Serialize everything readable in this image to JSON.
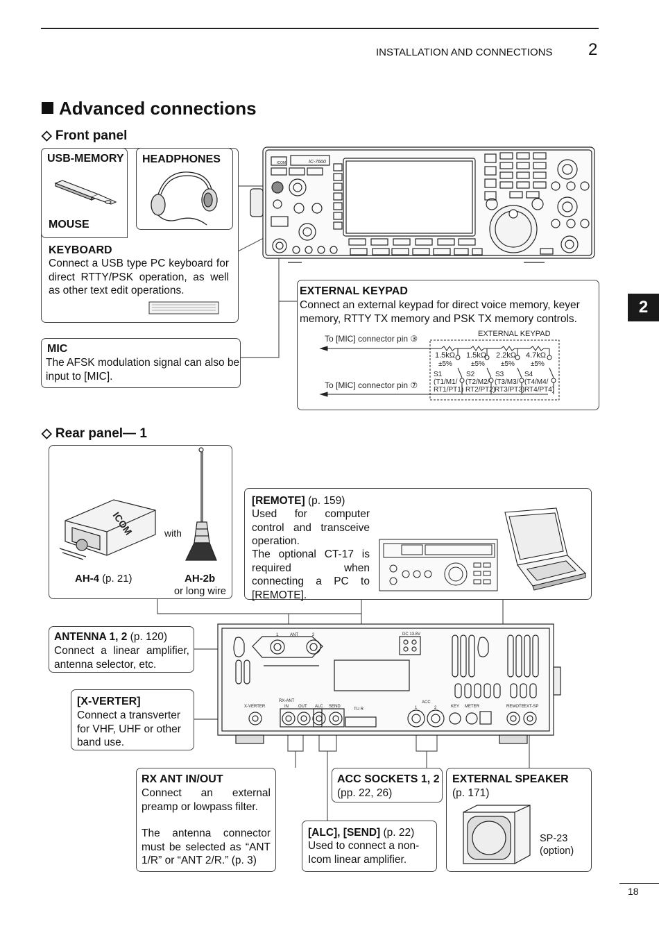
{
  "header": {
    "section_title": "INSTALLATION AND CONNECTIONS",
    "chapter_number": "2"
  },
  "side_tab": "2",
  "page_title": "Advanced connections",
  "front_panel": {
    "heading": "Front panel",
    "usb_memory": "USB-MEMORY",
    "headphones": "HEADPHONES",
    "mouse": "MOUSE",
    "keyboard_title": "KEYBOARD",
    "keyboard_text": "Connect a USB type PC keyboard for direct RTTY/PSK operation, as well as other text edit operations.",
    "mic_title": "MIC",
    "mic_text": "The AFSK modulation signal can also be input to [MIC].",
    "keypad_title": "EXTERNAL KEYPAD",
    "keypad_text": "Connect an external keypad for direct voice memory, keyer memory, RTTY TX memory and PSK TX memory controls.",
    "radio_brand": "ICOM",
    "radio_model": "IC-7600"
  },
  "keypad_schematic": {
    "title": "EXTERNAL KEYPAD",
    "line1": "To [MIC] connector pin ③",
    "line2": "To [MIC] connector pin ⑦",
    "resistors": [
      {
        "value": "1.5kΩ",
        "tol": "±5%"
      },
      {
        "value": "1.5kΩ",
        "tol": "±5%"
      },
      {
        "value": "2.2kΩ",
        "tol": "±5%"
      },
      {
        "value": "4.7kΩ",
        "tol": "±5%"
      }
    ],
    "switches": [
      {
        "name": "S1",
        "l1": "(T1/M1/",
        "l2": "RT1/PT1)"
      },
      {
        "name": "S2",
        "l1": "(T2/M2/",
        "l2": "RT2/PT2)"
      },
      {
        "name": "S3",
        "l1": "(T3/M3/",
        "l2": "RT3/PT3)"
      },
      {
        "name": "S4",
        "l1": "(T4/M4/",
        "l2": "RT4/PT4)"
      }
    ]
  },
  "rear_panel": {
    "heading": "Rear panel— 1",
    "ah4_label": "AH-4",
    "ah4_ref": "(p. 21)",
    "with": "with",
    "ah2b_label": "AH-2b",
    "ah2b_sub": "or long wire",
    "remote_title": "[REMOTE]",
    "remote_ref": "(p. 159)",
    "remote_text": "Used for computer control and transceive operation.",
    "remote_text2": "The optional CT-17 is required when connecting a PC to [REMOTE].",
    "antenna_title": "ANTENNA 1, 2",
    "antenna_ref": "(p. 120)",
    "antenna_text": "Connect a linear amplifier, antenna selector, etc.",
    "xverter_title": "[X-VERTER]",
    "xverter_text": "Connect a transverter for VHF, UHF or other band use.",
    "rxant_title": "RX ANT IN/OUT",
    "rxant_text": "Connect an external preamp or lowpass filter.",
    "rxant_text2": "The antenna connector must be selected as “ANT 1/R” or “ANT 2/R.” (p. 3)",
    "acc_title": "ACC SOCKETS 1, 2",
    "acc_ref": "(pp. 22, 26)",
    "alc_title": "[ALC], [SEND]",
    "alc_ref": "(p. 22)",
    "alc_text": "Used to connect a non-Icom linear amplifier.",
    "speaker_title": "EXTERNAL SPEAKER",
    "speaker_ref": "(p. 171)",
    "speaker_model": "SP-23",
    "speaker_option": "(option)",
    "rear_labels": {
      "ant": "ANT",
      "ant1": "1",
      "ant2": "2",
      "dc": "DC 13.8V",
      "xverter": "X-VERTER",
      "rxant": "RX-ANT",
      "in": "IN",
      "out": "OUT",
      "alc": "ALC",
      "send": "SEND",
      "tuner": "TU  R",
      "acc": "ACC",
      "acc1": "1",
      "acc2": "2",
      "key": "KEY",
      "meter": "METER",
      "remote": "REMOTE",
      "extsp": "EXT-SP"
    }
  },
  "page_number": "18"
}
